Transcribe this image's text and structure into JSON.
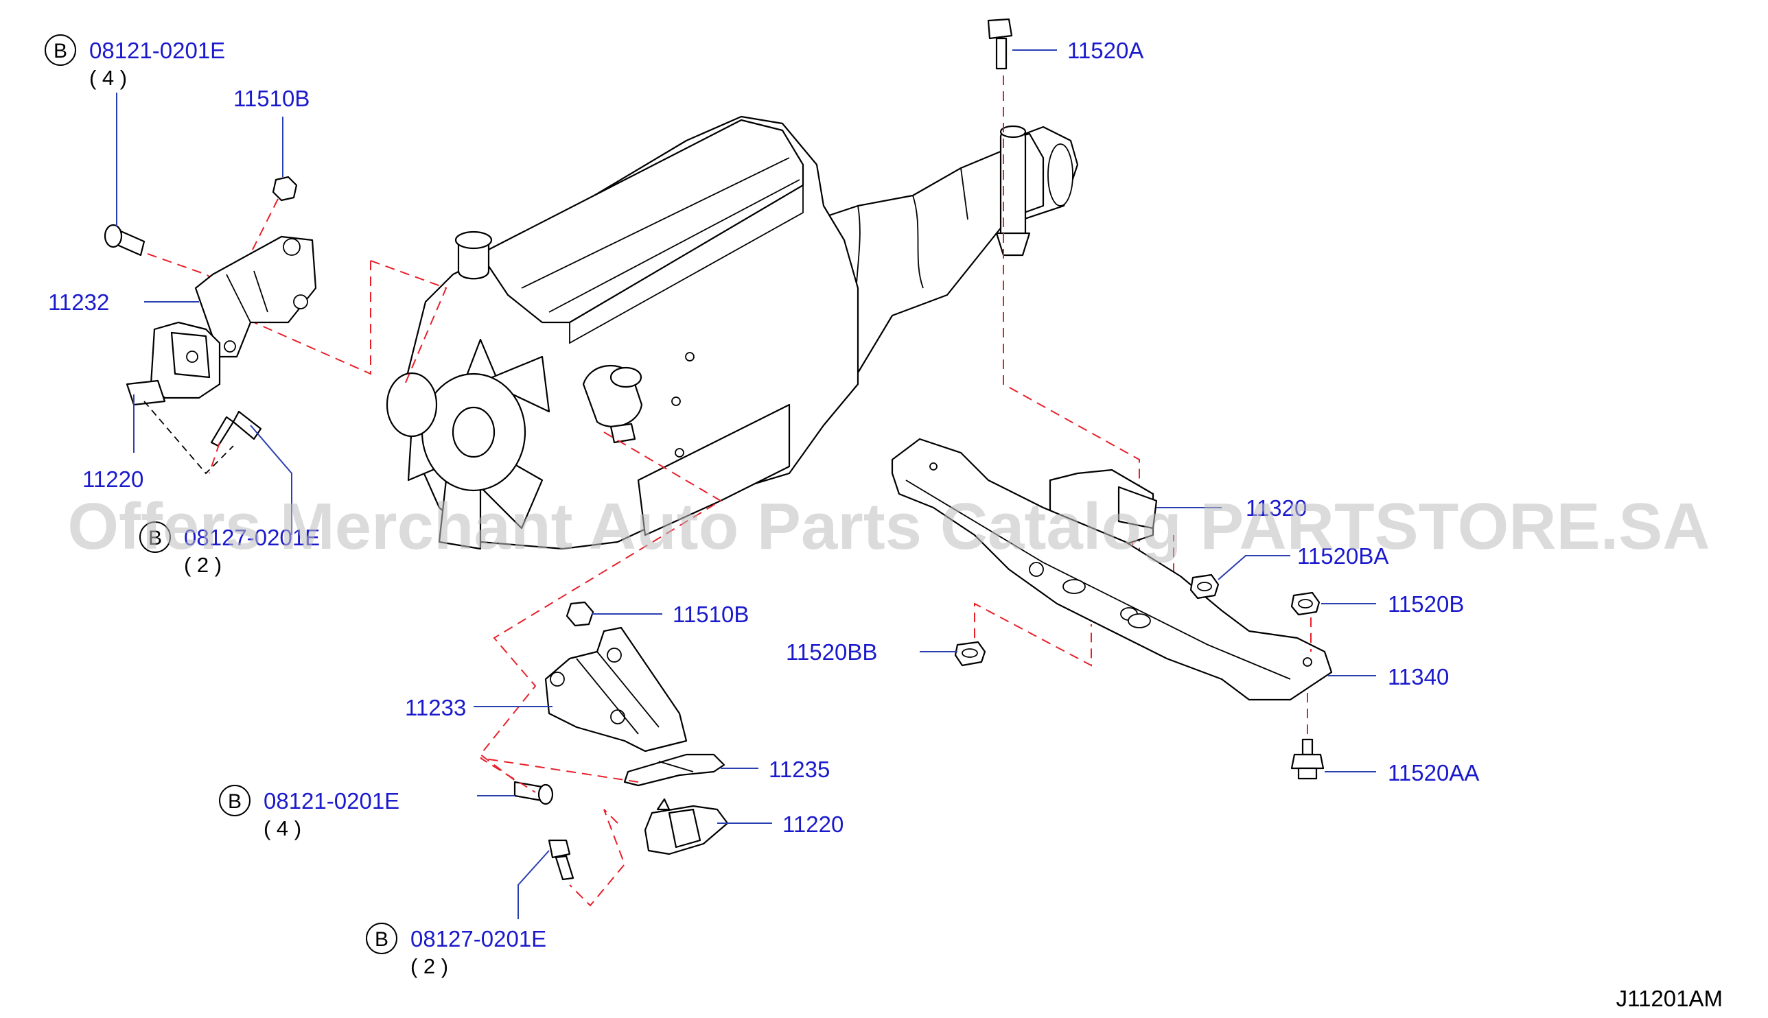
{
  "diagram_code": "J11201AM",
  "watermark": "Offers Merchant Auto Parts Catalog PARTSTORE.SA",
  "callouts": [
    {
      "id": "bolt-tl",
      "marker": "B",
      "part": "08121-0201E",
      "qty": "( 4 )"
    },
    {
      "id": "nut-tl",
      "part": "11510B"
    },
    {
      "id": "bracket-l",
      "part": "11232"
    },
    {
      "id": "insulator-l",
      "part": "11220"
    },
    {
      "id": "bolt-ml",
      "marker": "B",
      "part": "08127-0201E",
      "qty": "( 2 )"
    },
    {
      "id": "bolt-trans-top",
      "part": "11520A"
    },
    {
      "id": "trans-insulator",
      "part": "11320"
    },
    {
      "id": "nut-ba",
      "part": "11520BA"
    },
    {
      "id": "nut-b",
      "part": "11520B"
    },
    {
      "id": "crossmember",
      "part": "11340"
    },
    {
      "id": "nut-bb",
      "part": "11520BB"
    },
    {
      "id": "bolt-aa",
      "part": "11520AA"
    },
    {
      "id": "nut-mid",
      "part": "11510B"
    },
    {
      "id": "bracket-r",
      "part": "11233"
    },
    {
      "id": "stopper",
      "part": "11235"
    },
    {
      "id": "insulator-r",
      "part": "11220"
    },
    {
      "id": "bolt-bl",
      "marker": "B",
      "part": "08121-0201E",
      "qty": "( 4 )"
    },
    {
      "id": "bolt-bb",
      "marker": "B",
      "part": "08127-0201E",
      "qty": "( 2 )"
    }
  ],
  "colors": {
    "label": "#1a1acc",
    "leader": "#2a3fb0",
    "dash": "#e8202a",
    "outline": "#000000",
    "watermark": "#bdbdbd"
  }
}
